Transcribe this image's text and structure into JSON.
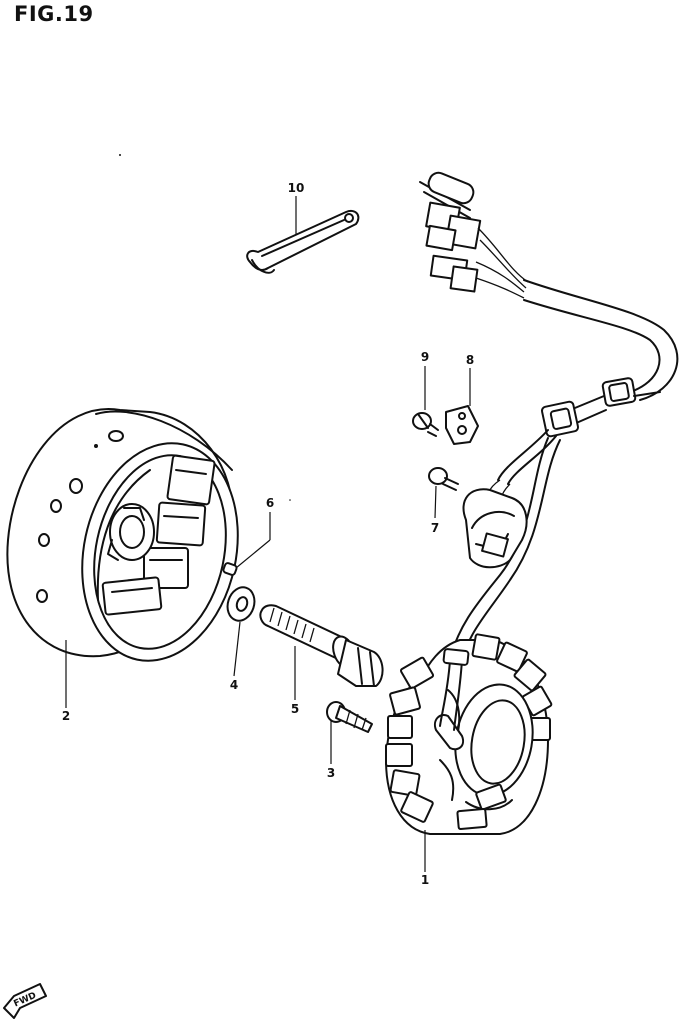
{
  "figure": {
    "title": "FIG.19",
    "fwd_label": "FWD"
  },
  "parts": [
    {
      "id": "stator",
      "number": "1"
    },
    {
      "id": "rotor",
      "number": "2"
    },
    {
      "id": "stator-screw",
      "number": "3"
    },
    {
      "id": "washer",
      "number": "4"
    },
    {
      "id": "rotor-bolt",
      "number": "5"
    },
    {
      "id": "key",
      "number": "6"
    },
    {
      "id": "pickup-screw",
      "number": "7"
    },
    {
      "id": "clamp",
      "number": "8"
    },
    {
      "id": "clamp-screw",
      "number": "9"
    },
    {
      "id": "wire-clamp",
      "number": "10"
    }
  ],
  "colors": {
    "ink": "#111111",
    "paper": "#ffffff"
  }
}
